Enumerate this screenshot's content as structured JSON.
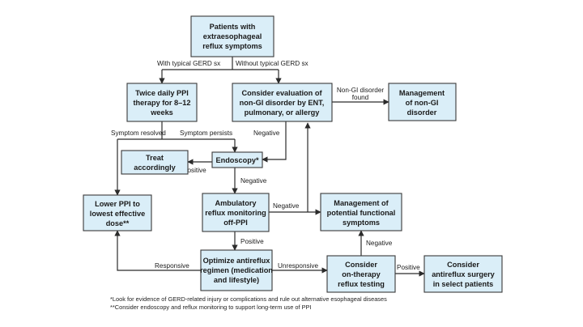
{
  "nodes": {
    "patients": [
      "Patients with",
      "extraesophageal",
      "reflux symptoms"
    ],
    "ppi": [
      "Twice daily PPI",
      "therapy for 8–12",
      "weeks"
    ],
    "evaluation": [
      "Consider evaluation of",
      "non-GI disorder by ENT,",
      "pulmonary, or allergy"
    ],
    "management_nongi": [
      "Management",
      "of non-GI",
      "disorder"
    ],
    "treat": [
      "Treat",
      "accordingly"
    ],
    "endoscopy": [
      "Endoscopy*"
    ],
    "lower_ppi": [
      "Lower PPI to",
      "lowest effective",
      "dose**"
    ],
    "ambulatory": [
      "Ambulatory",
      "reflux monitoring",
      "off-PPI"
    ],
    "functional": [
      "Management of",
      "potential functional",
      "symptoms"
    ],
    "optimize": [
      "Optimize antireflux",
      "regimen (medication",
      "and lifestyle)"
    ],
    "on_therapy": [
      "Consider",
      "on-therapy",
      "reflux testing"
    ],
    "surgery": [
      "Consider",
      "antireflux surgery",
      "in select patients"
    ]
  },
  "edge_labels": {
    "typical": "With typical GERD sx",
    "without_typical": "Without typical GERD sx",
    "nongi_found": [
      "Non-GI disorder",
      "found"
    ],
    "symptom_resolved": "Symptom resolved",
    "symptom_persists": "Symptom persists",
    "eval_negative": "Negative",
    "endo_positive": "Positive",
    "endo_negative": "Negative",
    "amb_negative": "Negative",
    "amb_positive": "Positive",
    "responsive": "Responsive",
    "unresponsive": "Unresponsive",
    "test_negative": "Negative",
    "test_positive": "Positive"
  },
  "footnotes": [
    "*Look for evidence of GERD-related injury or complications and rule out alternative esophageal diseases",
    "**Consider endoscopy and reflux monitoring to support long-term use of PPI"
  ],
  "colors": {
    "box_fill": "#daeef8",
    "box_stroke": "#3a3a3a",
    "line": "#2b2b2b"
  }
}
